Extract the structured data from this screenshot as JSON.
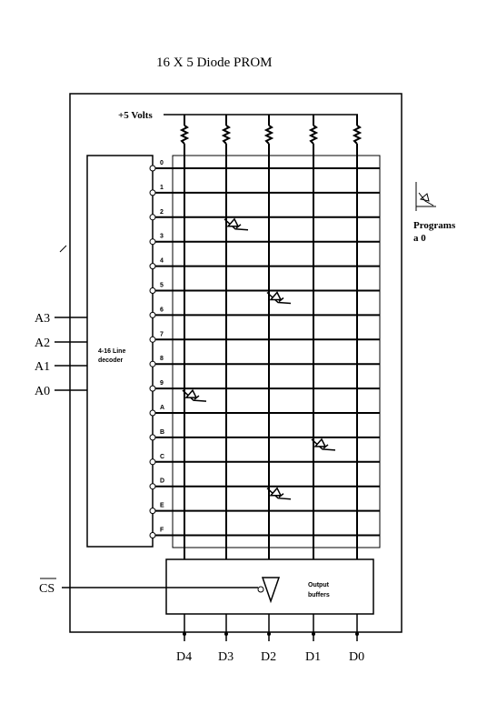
{
  "title": "16  X 5 Diode PROM",
  "supply_label": "+5 Volts",
  "address_inputs": [
    "A3",
    "A2",
    "A1",
    "A0"
  ],
  "chip_select": "CS",
  "decoder_label": [
    "4-16 Line",
    "decoder"
  ],
  "row_labels": [
    "0",
    "1",
    "2",
    "3",
    "4",
    "5",
    "6",
    "7",
    "8",
    "9",
    "A",
    "B",
    "C",
    "D",
    "E",
    "F"
  ],
  "output_buffer_label": [
    "Output",
    "buffers"
  ],
  "data_outputs": [
    "D4",
    "D3",
    "D2",
    "D1",
    "D0"
  ],
  "programs_note": [
    "Programs",
    "a 0"
  ],
  "diodes": [
    {
      "row": "2",
      "output": "D3"
    },
    {
      "row": "5",
      "output": "D2"
    },
    {
      "row": "9",
      "output": "D4"
    },
    {
      "row": "B",
      "output": "D1"
    },
    {
      "row": "D",
      "output": "D2"
    }
  ],
  "colors": {
    "ink": "#000000",
    "paper": "#ffffff"
  }
}
